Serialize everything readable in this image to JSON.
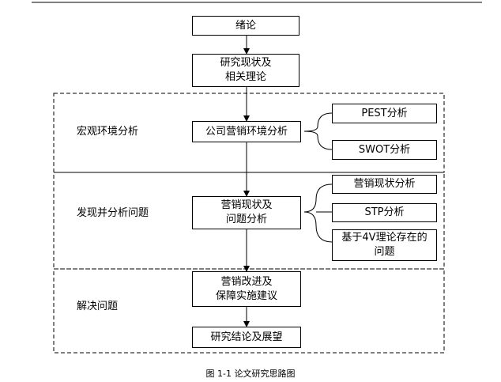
{
  "flow": {
    "intro": "绪论",
    "research_status": "研究现状及\n相关理论",
    "env_analysis": "公司营销环境分析",
    "marketing_status": "营销现状及\n问题分析",
    "improvement": "营销改进及\n保障实施建议",
    "conclusion": "研究结论及展望"
  },
  "side": {
    "pest": "PEST分析",
    "swot": "SWOT分析",
    "market_status": "营销现状分析",
    "stp": "STP分析",
    "fourv": "基于4V理论存在的\n问题"
  },
  "sections": {
    "macro": "宏观环境分析",
    "discover": "发现并分析问题",
    "solve": "解决问题"
  },
  "caption": "图 1-1  论文研究思路图"
}
